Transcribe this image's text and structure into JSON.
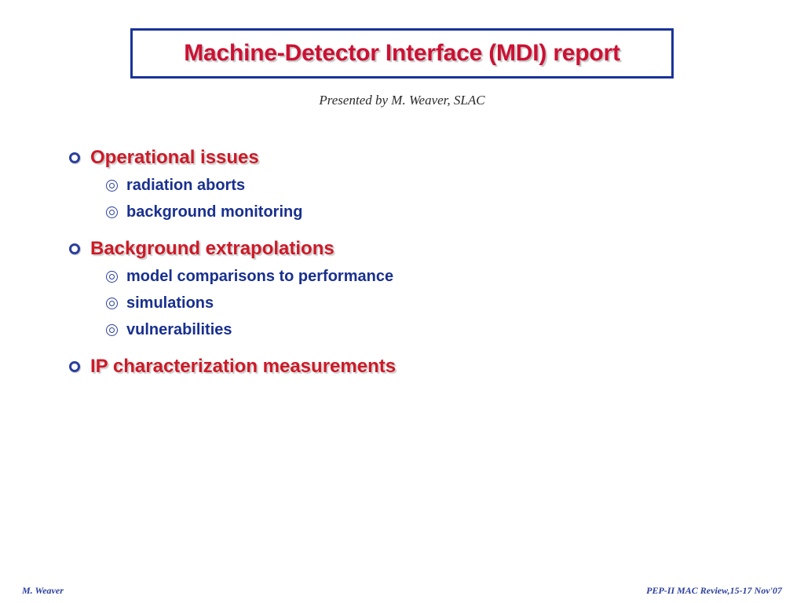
{
  "slide": {
    "title": "Machine-Detector Interface (MDI) report",
    "subtitle": "Presented by M. Weaver, SLAC",
    "bullets": [
      {
        "level": 1,
        "marker": "ring-bullet-icon",
        "text": "Operational issues",
        "children": [
          {
            "level": 2,
            "marker": "double-ring-bullet-icon",
            "text": "radiation aborts"
          },
          {
            "level": 2,
            "marker": "double-ring-bullet-icon",
            "text": "background monitoring"
          }
        ]
      },
      {
        "level": 1,
        "marker": "ring-bullet-icon",
        "text": "Background extrapolations",
        "children": [
          {
            "level": 2,
            "marker": "double-ring-bullet-icon",
            "text": "model comparisons to performance"
          },
          {
            "level": 2,
            "marker": "double-ring-bullet-icon",
            "text": "simulations"
          },
          {
            "level": 2,
            "marker": "double-ring-bullet-icon",
            "text": "vulnerabilities"
          }
        ]
      },
      {
        "level": 1,
        "marker": "ring-bullet-icon",
        "text": "IP characterization measurements",
        "children": []
      }
    ],
    "footer": {
      "left": "M. Weaver",
      "right": "PEP-II  MAC Review,15-17 Nov'07"
    },
    "colors": {
      "title_red": "#cc1133",
      "bullet_red": "#cc1a27",
      "bullet_blue": "#19308f",
      "border_blue": "#1a3399",
      "footer_blue": "#2b3f9e",
      "subtitle_gray": "#2b2b2b",
      "background": "#ffffff"
    }
  }
}
